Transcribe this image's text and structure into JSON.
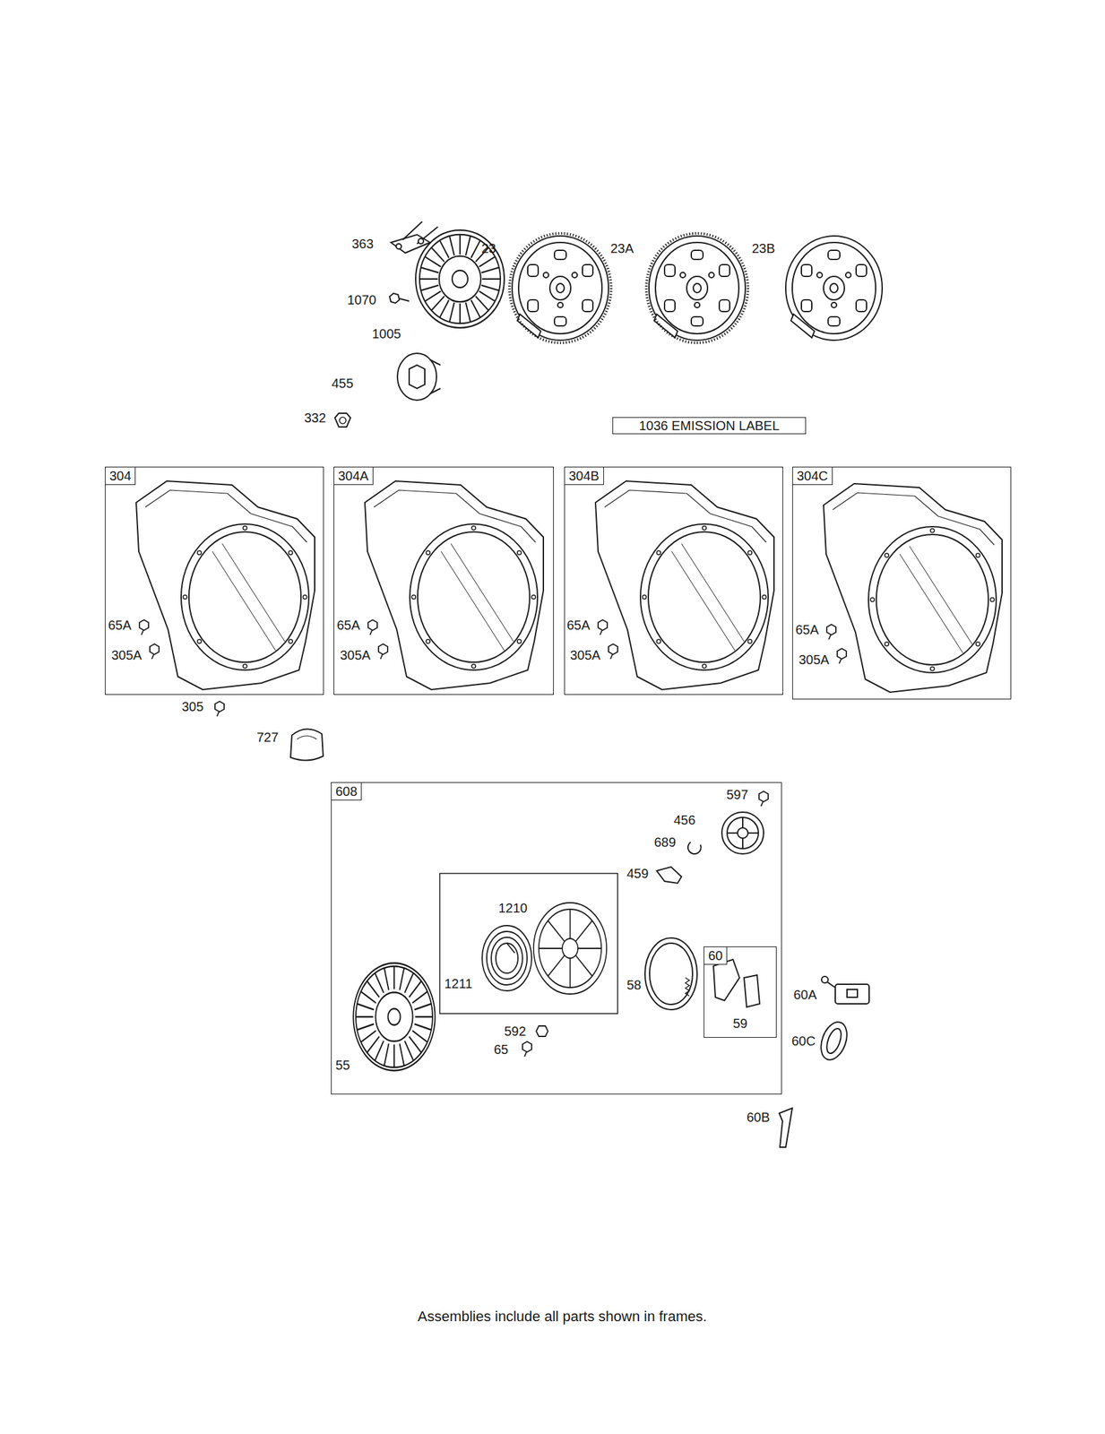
{
  "diagram": {
    "caption": "Assemblies include all parts shown in frames.",
    "nodes": [
      {
        "text": [
          "1036 EMISSION LABEL"
        ]
      },
      {
        "text": [
          "304"
        ]
      },
      {
        "text": [
          "304A"
        ]
      },
      {
        "text": [
          "304B"
        ]
      },
      {
        "text": [
          "304C"
        ]
      },
      {
        "text": [
          "608"
        ]
      },
      {
        "text": [
          "60"
        ],
        "in": 5
      }
    ],
    "labels": [
      "363",
      "23",
      "23A",
      "23B",
      "1070",
      "1005",
      "455",
      "332",
      "65A",
      "305A",
      "65A",
      "305A",
      "65A",
      "305A",
      "65A",
      "305A",
      "305",
      "727",
      "597",
      "456",
      "689",
      "459",
      "1210",
      "1211",
      "58",
      "60A",
      "59",
      "592",
      "65",
      "60C",
      "55",
      "60B"
    ]
  }
}
